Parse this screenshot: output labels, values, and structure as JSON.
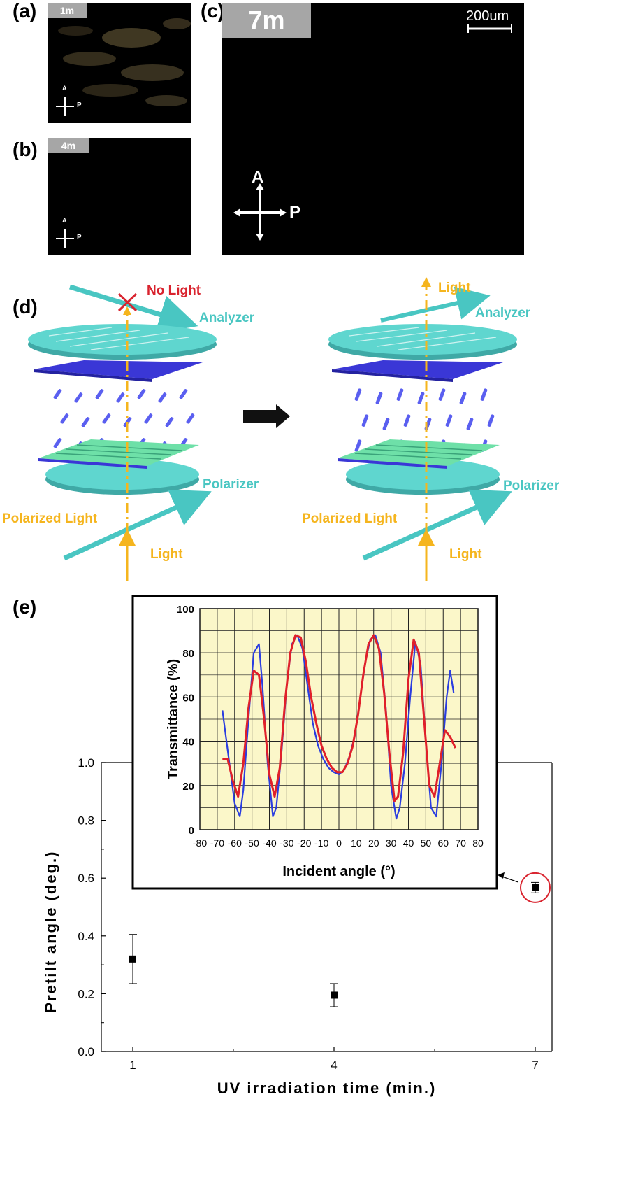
{
  "panels": {
    "a": {
      "label": "(a)",
      "time": "1m",
      "axis_a": "A",
      "axis_p": "P"
    },
    "b": {
      "label": "(b)",
      "time": "4m",
      "axis_a": "A",
      "axis_p": "P"
    },
    "c": {
      "label": "(c)",
      "time": "7m",
      "scale": "200um",
      "axis_a": "A",
      "axis_p": "P"
    }
  },
  "diagram": {
    "label": "(d)",
    "left": {
      "top_light": "No Light",
      "analyzer": "Analyzer",
      "polarizer": "Polarizer",
      "polarized_light": "Polarized Light",
      "light": "Light"
    },
    "right": {
      "top_light": "Light",
      "analyzer": "Analyzer",
      "polarizer": "Polarizer",
      "polarized_light": "Polarized Light",
      "light": "Light"
    }
  },
  "chart_label": "(e)",
  "colors": {
    "teal": "#49c6c2",
    "orange": "#f5b51e",
    "blue_plate": "#3a37d6",
    "lc": "#5a5ff0",
    "red": "#d9232e",
    "inset_bg": "#fbf7c9",
    "inset_blue": "#2a3de0",
    "inset_red": "#e0202a"
  },
  "chart_data": [
    {
      "type": "scatter",
      "xlabel": "UV irradiation time (min.)",
      "ylabel": "Pretilt angle (deg.)",
      "xticks": [
        "1",
        "4",
        "7"
      ],
      "yticks": [
        "0.0",
        "0.2",
        "0.4",
        "0.6",
        "0.8",
        "1.0"
      ],
      "ylim": [
        0,
        1.0
      ],
      "series": [
        {
          "x": [
            1,
            4,
            7
          ],
          "y": [
            0.32,
            0.195,
            0.567
          ],
          "err": [
            0.085,
            0.04,
            0.018
          ]
        }
      ]
    },
    {
      "type": "line",
      "xlabel": "Incident angle (°)",
      "ylabel": "Transmittance (%)",
      "xticks": [
        "-80",
        "-70",
        "-60",
        "-50",
        "-40",
        "-30",
        "-20",
        "-10",
        "0",
        "10",
        "20",
        "30",
        "40",
        "50",
        "60",
        "70",
        "80"
      ],
      "yticks": [
        "0",
        "20",
        "40",
        "60",
        "80",
        "100"
      ],
      "xlim": [
        -80,
        80
      ],
      "ylim": [
        0,
        100
      ],
      "series": [
        {
          "color": "blue",
          "x": [
            -67,
            -63,
            -60,
            -57,
            -55,
            -52,
            -49,
            -46,
            -44,
            -41,
            -38,
            -36,
            -33,
            -30,
            -27,
            -24,
            -21,
            -18,
            -15,
            -12,
            -9,
            -6,
            -3,
            0,
            3,
            6,
            9,
            12,
            15,
            18,
            21,
            24,
            27,
            30,
            33,
            35,
            38,
            41,
            44,
            47,
            50,
            53,
            56,
            59,
            62,
            64,
            66
          ],
          "y": [
            54,
            30,
            12,
            6,
            18,
            50,
            80,
            84,
            65,
            30,
            6,
            10,
            35,
            66,
            84,
            88,
            82,
            65,
            48,
            38,
            32,
            28,
            26,
            25,
            27,
            33,
            42,
            58,
            75,
            86,
            88,
            80,
            55,
            20,
            5,
            10,
            30,
            60,
            85,
            75,
            40,
            10,
            6,
            30,
            60,
            72,
            62
          ]
        },
        {
          "color": "red",
          "x": [
            -67,
            -64,
            -61,
            -58,
            -55,
            -52,
            -49,
            -46,
            -43,
            -40,
            -37,
            -34,
            -31,
            -28,
            -25,
            -22,
            -19,
            -16,
            -13,
            -10,
            -7,
            -4,
            -1,
            2,
            5,
            8,
            11,
            14,
            17,
            20,
            23,
            26,
            29,
            32,
            34,
            37,
            40,
            43,
            46,
            49,
            52,
            55,
            58,
            61,
            64,
            67
          ],
          "y": [
            32,
            32,
            22,
            15,
            30,
            55,
            72,
            70,
            50,
            25,
            15,
            28,
            58,
            80,
            88,
            87,
            76,
            60,
            48,
            38,
            32,
            28,
            26,
            26,
            30,
            38,
            52,
            70,
            84,
            88,
            82,
            62,
            35,
            13,
            15,
            35,
            68,
            86,
            80,
            50,
            20,
            15,
            30,
            45,
            42,
            37
          ]
        }
      ]
    }
  ]
}
